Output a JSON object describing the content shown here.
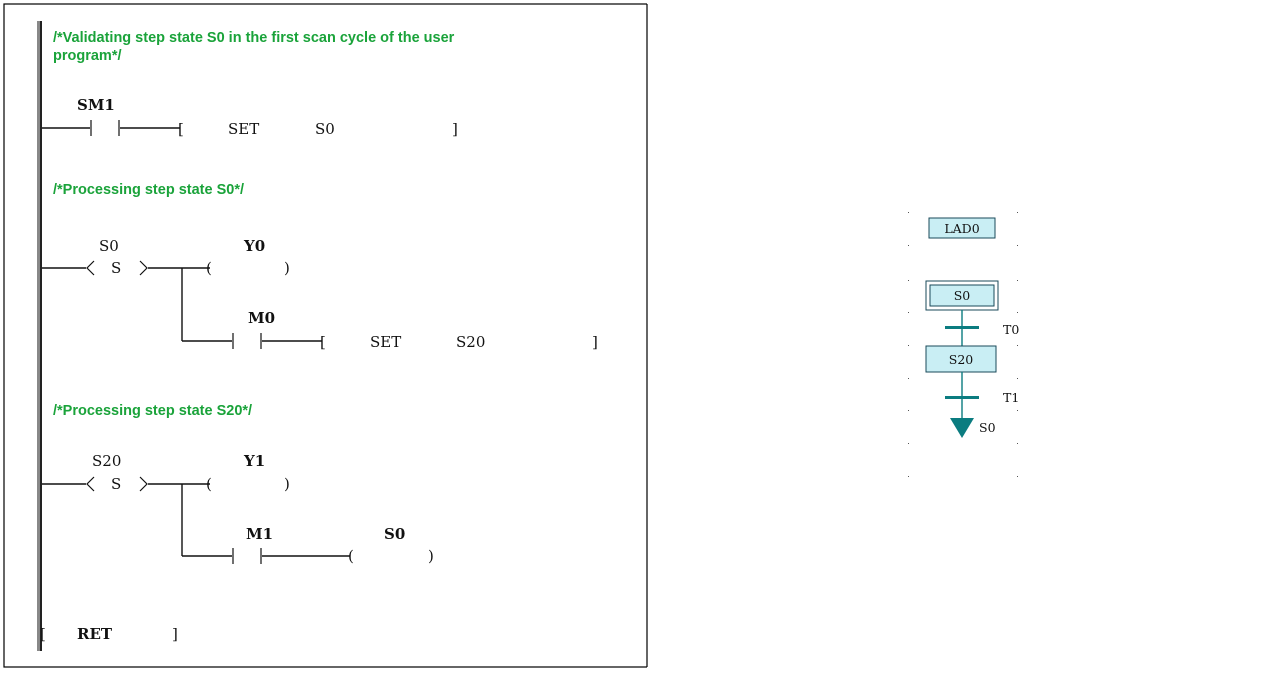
{
  "ladder": {
    "comments": [
      "/*Validating step state S0 in the first scan cycle of the user",
      "program*/",
      "/*Processing step state S0*/",
      "/*Processing step state S20*/"
    ],
    "rung1": {
      "contact": "SM1",
      "instr": "SET",
      "operand": "S0"
    },
    "rung2": {
      "step": "S0",
      "step_mark": "S",
      "coil": "Y0",
      "contact": "M0",
      "instr": "SET",
      "operand": "S20"
    },
    "rung3": {
      "step": "S20",
      "step_mark": "S",
      "coil": "Y1",
      "contact": "M1",
      "coil2": "S0"
    },
    "end": {
      "instr": "RET"
    }
  },
  "sfc": {
    "block": "LAD0",
    "initial_step": "S0",
    "transition1": "T0",
    "step2": "S20",
    "transition2": "T1",
    "jump_target": "S0",
    "colors": {
      "box_fill": "#c9eef4",
      "box_border": "#1a6a7a",
      "teal": "#0b7c80"
    }
  }
}
